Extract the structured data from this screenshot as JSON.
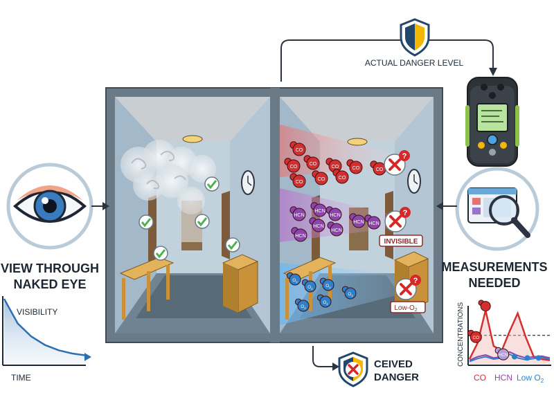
{
  "labels": {
    "actual_danger": "ACTUAL DANGER LEVEL",
    "view_line1": "VIEW THROUGH",
    "view_line2": "NAKED EYE",
    "measure_line1": "MEASUREMENTS",
    "measure_line2": "NEEDED",
    "perceived_line1": "CEIVED",
    "perceived_line2": "DANGER",
    "visibility": "VISIBILITY",
    "time": "TIME",
    "invisible": "INVISIBLE",
    "low_o2_tag": "Low-O",
    "low_o2_tag_sub": "2",
    "concentrations": "CONCENTRATIONS"
  },
  "molecules": {
    "co": "CO",
    "hcn": "HCN",
    "o2": "O",
    "o2_sub": "2"
  },
  "legend": {
    "co": "CO",
    "hcn": "HCN",
    "low_o2": "Low O",
    "low_o2_sub": "2"
  },
  "colors": {
    "co": "#d32f2f",
    "hcn": "#8e44ad",
    "o2": "#2f80c8",
    "frame": "#5b6b7a",
    "wall": "#b9cbd8",
    "floor": "#6f8392",
    "ceiling": "#c9ced2",
    "wood": "#d9a441",
    "shield_blue": "#23466b",
    "shield_gold": "#f2b705",
    "danger_red": "#d62828",
    "check_green": "#4caf50"
  },
  "icons": {
    "eye": "eye-icon",
    "shield": "shield-icon",
    "detector": "gas-detector-icon",
    "magnifier": "magnifier-icon",
    "danger": "danger-x-icon",
    "check": "check-icon",
    "smoke": "smoke-icon",
    "clock": "wall-clock-icon",
    "lamp": "ceiling-lamp-icon"
  },
  "chart_data": [
    {
      "type": "area",
      "title": "",
      "xlabel": "TIME",
      "ylabel": "VISIBILITY",
      "series": [
        {
          "name": "",
          "x": [
            0,
            1,
            2,
            3,
            4,
            5,
            6
          ],
          "y": [
            1.0,
            0.62,
            0.42,
            0.29,
            0.21,
            0.16,
            0.13
          ]
        }
      ],
      "xlim": [
        0,
        6
      ],
      "ylim": [
        0,
        1
      ],
      "grid": false
    },
    {
      "type": "line",
      "title": "",
      "xlabel": "",
      "ylabel": "CONCENTRATIONS",
      "x": [
        0,
        1,
        2,
        3,
        4,
        5,
        6,
        7,
        8,
        9,
        10
      ],
      "series": [
        {
          "name": "CO",
          "y": [
            0.08,
            0.35,
            0.9,
            0.3,
            0.22,
            0.55,
            0.85,
            0.45,
            0.12,
            0.08,
            0.06
          ]
        },
        {
          "name": "HCN",
          "y": [
            0.06,
            0.12,
            0.15,
            0.1,
            0.12,
            0.2,
            0.14,
            0.1,
            0.12,
            0.13,
            0.1
          ]
        },
        {
          "name": "Low O2",
          "y": [
            0.04,
            0.09,
            0.12,
            0.08,
            0.1,
            0.16,
            0.1,
            0.07,
            0.09,
            0.11,
            0.08
          ]
        }
      ],
      "threshold": 0.48,
      "xlim": [
        0,
        10
      ],
      "ylim": [
        0,
        1
      ],
      "grid": false,
      "legend": "bottom"
    }
  ]
}
